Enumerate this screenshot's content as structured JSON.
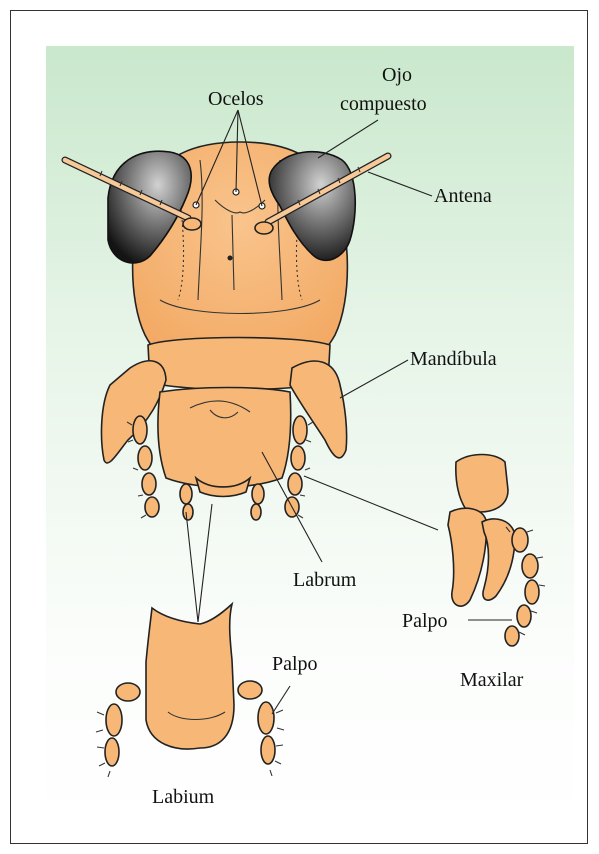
{
  "labels": {
    "ocelos": "Ocelos",
    "ojo_compuesto_line1": "Ojo",
    "ojo_compuesto_line2": "compuesto",
    "antena": "Antena",
    "mandibula": "Mandíbula",
    "labrum": "Labrum",
    "palpo_maxilar": "Palpo",
    "maxilar": "Maxilar",
    "palpo_labial": "Palpo",
    "labium": "Labium"
  },
  "colors": {
    "body": "#f7b877",
    "eye_dark": "#1e1e1e",
    "eye_light": "#c8c8c8",
    "background_top": "#c9e8cc",
    "background_bottom": "#ffffff"
  }
}
